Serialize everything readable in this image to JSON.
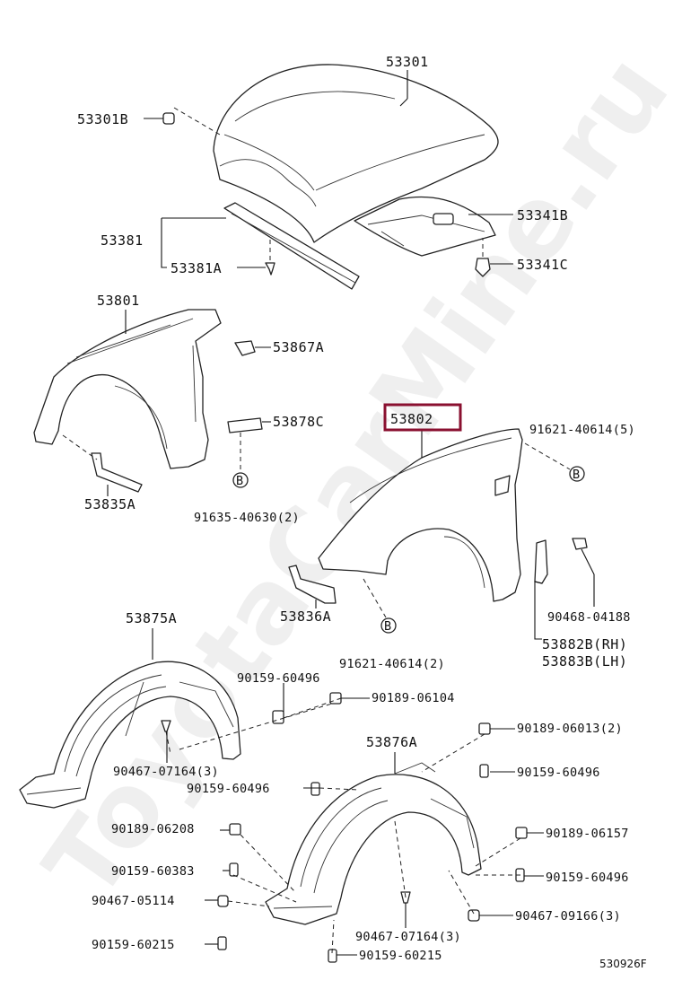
{
  "watermark": "ToyotaCarMine.ru",
  "catalog_code": "530926F",
  "highlight_color": "#8a1030",
  "circle_marker": "B",
  "parts": {
    "hood": "53301",
    "hood_bumper": "53301B",
    "hood_seal": "53381",
    "hood_seal_clip": "53381A",
    "hood_insulator": "53341B",
    "hood_insulator_clip": "53341C",
    "fender_lh": "53801",
    "fender_clip_a": "53867A",
    "fender_clip_c": "53878C",
    "fender_bracket_a": "53835A",
    "bolt_91635": "91635-40630(2)",
    "fender_rh": "53802",
    "bolt_91621_top": "91621-40614(5)",
    "bracket_53836a": "53836A",
    "bolt_91621_bottom": "91621-40614(2)",
    "clip_90468": "90468-04188",
    "seal_rh": "53882B(RH)",
    "seal_lh": "53883B(LH)",
    "liner_lh": "53875A",
    "screw_90159_60496_a": "90159-60496",
    "nut_90189_06104": "90189-06104",
    "clip_90467_07164_a": "90467-07164(3)",
    "screw_90159_60496_b": "90159-60496",
    "liner_rh": "53876A",
    "nut_90189_06013": "90189-06013(2)",
    "screw_90159_60496_c": "90159-60496",
    "nut_90189_06208": "90189-06208",
    "screw_90159_60383": "90159-60383",
    "clip_90467_05114": "90467-05114",
    "screw_90159_60215_a": "90159-60215",
    "nut_90189_06157": "90189-06157",
    "screw_90159_60496_d": "90159-60496",
    "clip_90467_09166": "90467-09166(3)",
    "clip_90467_07164_b": "90467-07164(3)",
    "screw_90159_60215_b": "90159-60215"
  }
}
